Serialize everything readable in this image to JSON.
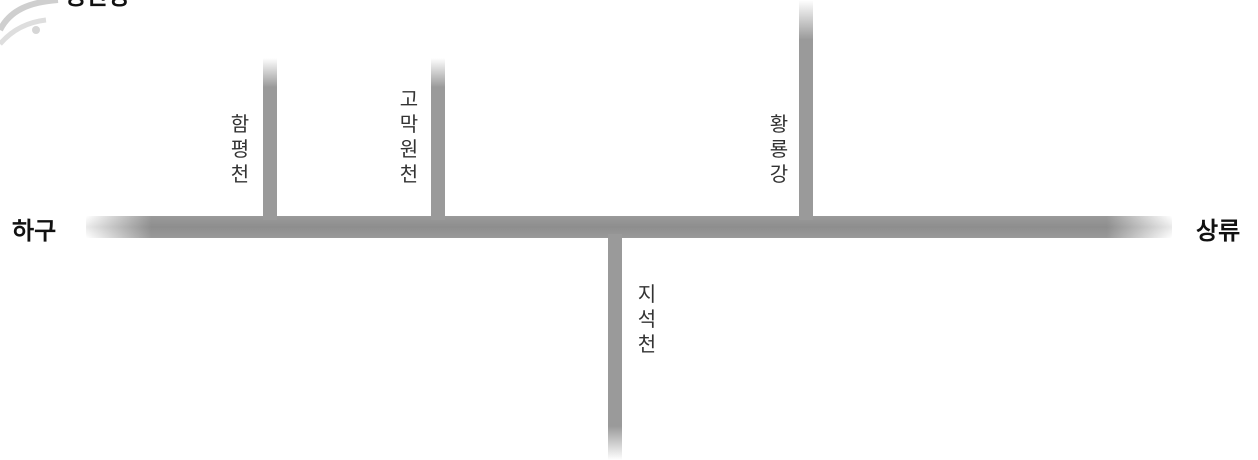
{
  "title": "영산강",
  "main_river": {
    "downstream_label": "하구",
    "upstream_label": "상류"
  },
  "tributaries": [
    {
      "id": "hampyeong",
      "name": "함평천",
      "side": "north"
    },
    {
      "id": "gomagwon",
      "name": "고막원천",
      "side": "north"
    },
    {
      "id": "jiseok",
      "name": "지석천",
      "side": "south"
    },
    {
      "id": "hwangryong",
      "name": "황룡강",
      "side": "north"
    }
  ],
  "colors": {
    "river": "#8e8e8e",
    "river_light": "#d9d9d9",
    "label": "#111111",
    "tributary_label": "#333333"
  }
}
